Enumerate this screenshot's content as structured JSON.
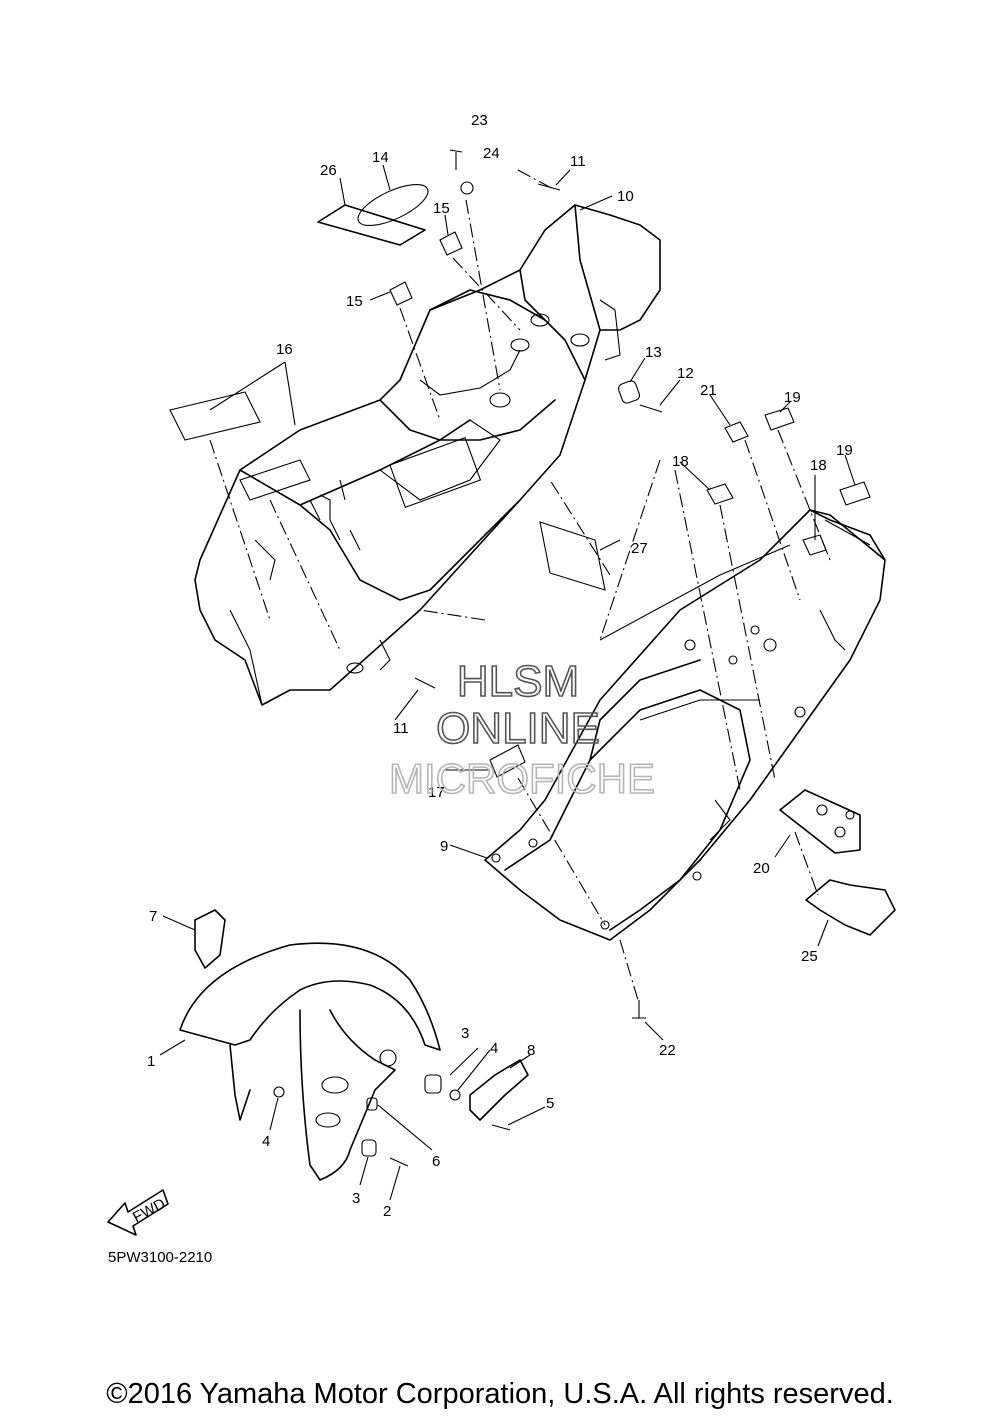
{
  "watermark": {
    "line1": "HLSM",
    "line2": "ONLINE",
    "line3": "MICROFICHE"
  },
  "fwd_arrow_label": "FWD",
  "diagram_code": "5PW3100-2210",
  "copyright": "©2016 Yamaha Motor Corporation, U.S.A. All rights reserved.",
  "callouts": {
    "c1": "1",
    "c2": "2",
    "c3a": "3",
    "c3b": "3",
    "c4a": "4",
    "c4b": "4",
    "c5": "5",
    "c6": "6",
    "c7": "7",
    "c8": "8",
    "c9": "9",
    "c10": "10",
    "c11a": "11",
    "c11b": "11",
    "c12": "12",
    "c13": "13",
    "c14": "14",
    "c15a": "15",
    "c15b": "15",
    "c16": "16",
    "c17": "17",
    "c18a": "18",
    "c18b": "18",
    "c19a": "19",
    "c19b": "19",
    "c20": "20",
    "c21": "21",
    "c22": "22",
    "c23": "23",
    "c24": "24",
    "c25": "25",
    "c26": "26",
    "c27": "27"
  }
}
